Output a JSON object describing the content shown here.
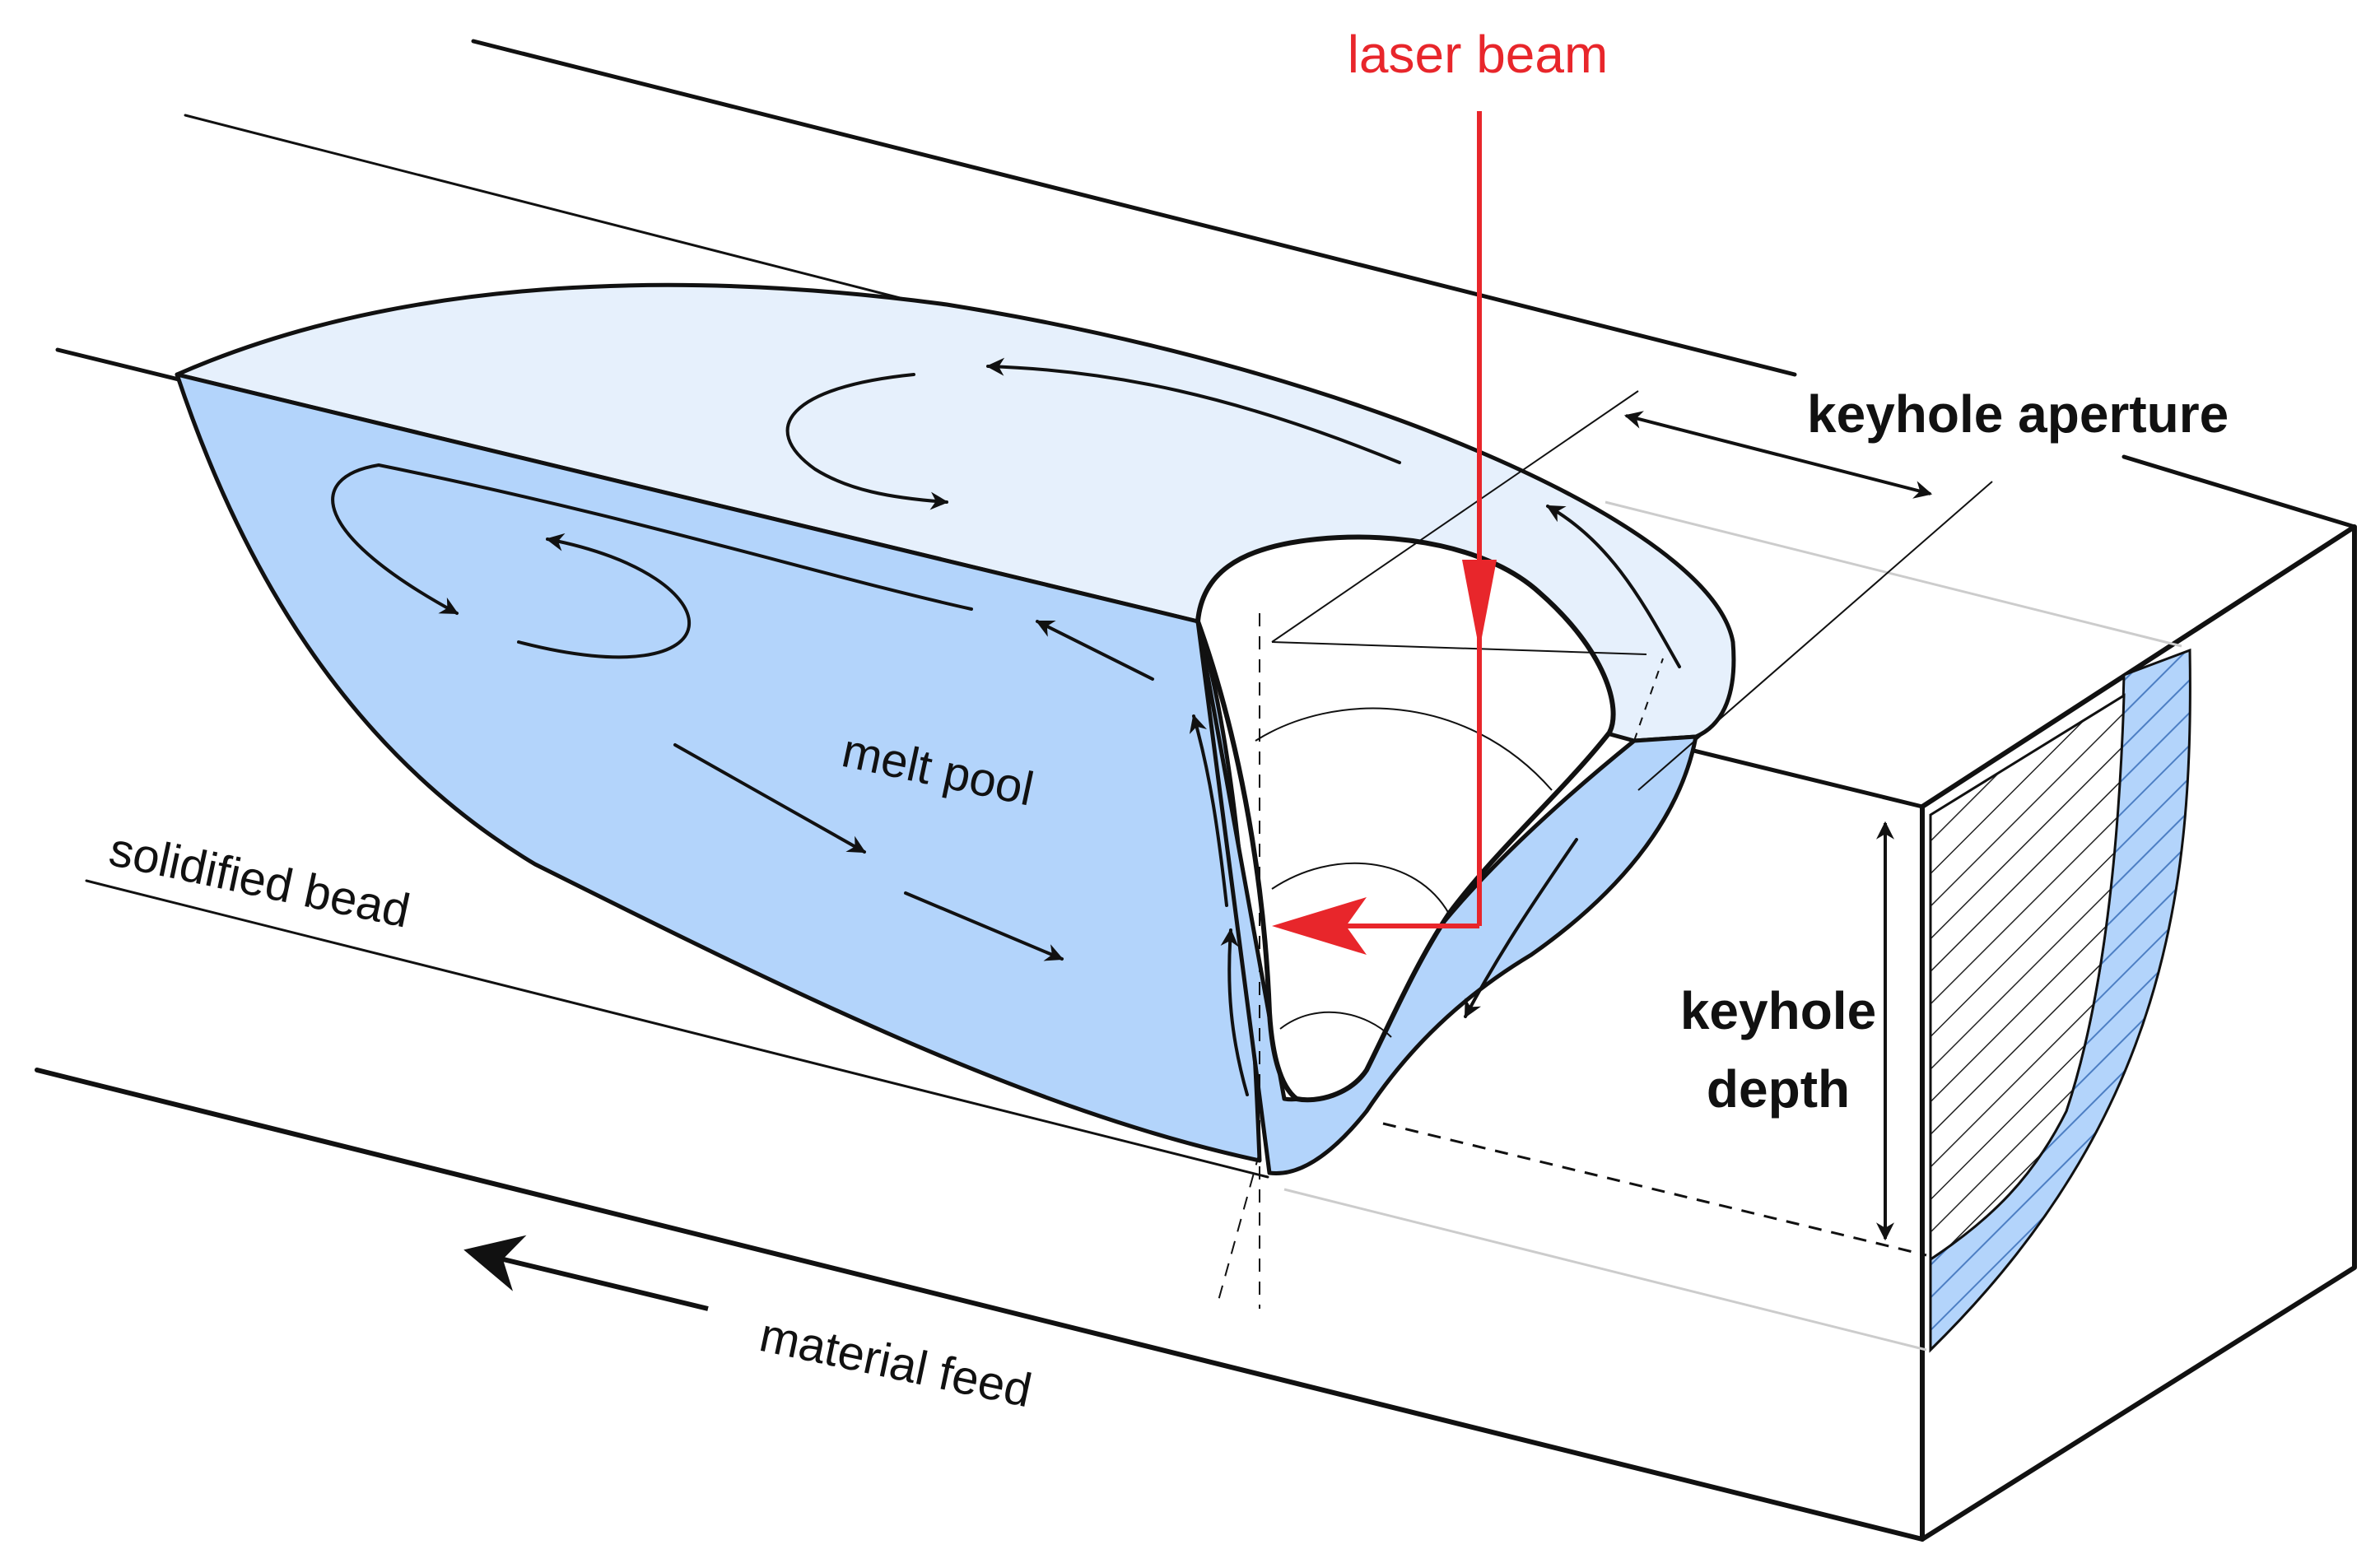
{
  "labels": {
    "laser_beam": "laser beam",
    "keyhole_aperture": "keyhole aperture",
    "keyhole_depth_line1": "keyhole",
    "keyhole_depth_line2": "depth",
    "melt_pool": "melt pool",
    "solidified_bead": "solidified bead",
    "material_feed": "material feed"
  },
  "colors": {
    "melt_pool_side": "#b3d4fb",
    "melt_pool_top": "#e6f0fc",
    "laser": "#e8262b",
    "outline": "#111111",
    "hatch_blue": "#4d7fc4"
  }
}
